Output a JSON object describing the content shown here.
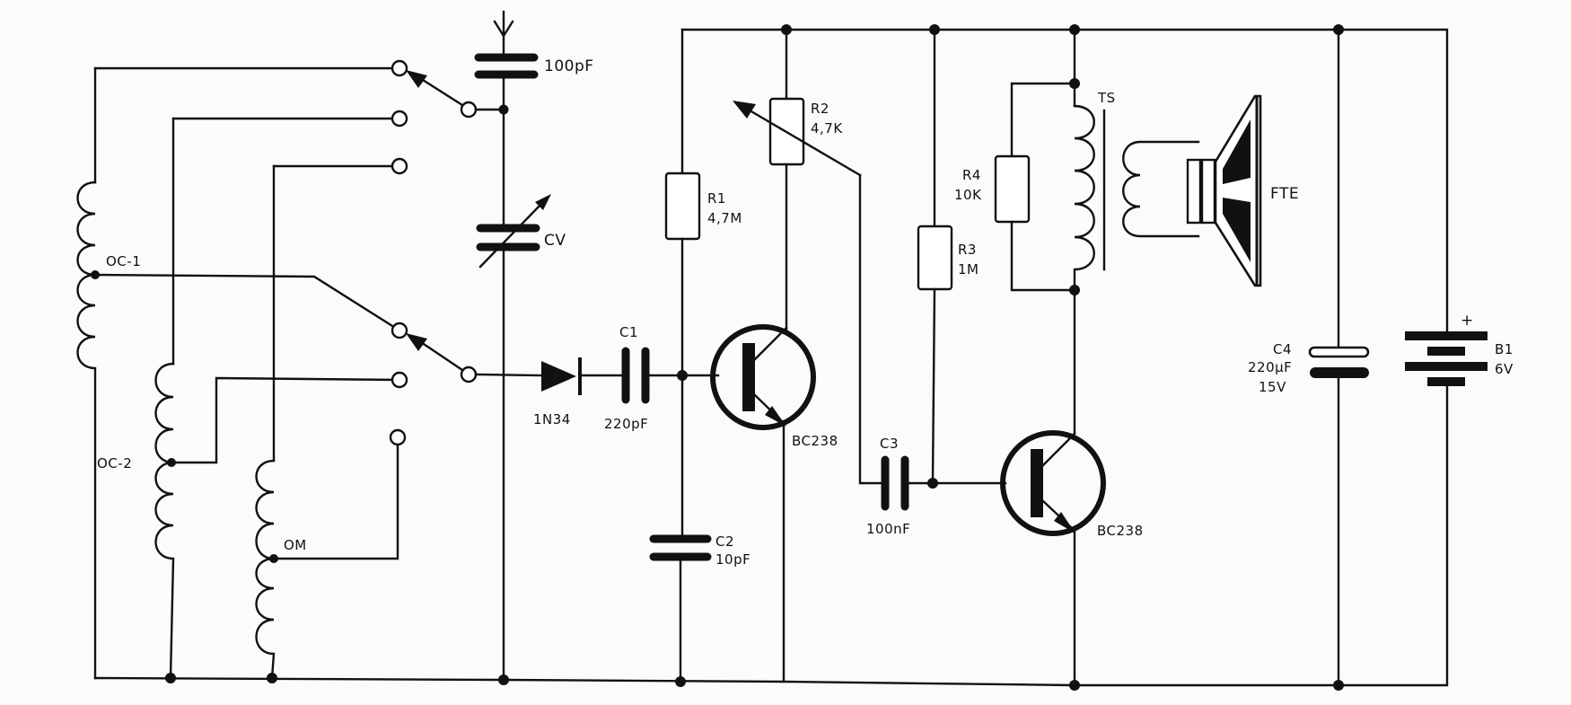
{
  "diagram": {
    "title": "Superregenerative multiband radio receiver schematic",
    "components": {
      "antenna": {
        "label": ""
      },
      "c_ant": {
        "value": "100pF"
      },
      "cv": {
        "label": "CV"
      },
      "coil_oc1": {
        "label": "OC-1"
      },
      "coil_oc2": {
        "label": "OC-2"
      },
      "coil_om": {
        "label": "OM"
      },
      "diode": {
        "label": "1N34"
      },
      "c1": {
        "label": "C1",
        "value": "220pF"
      },
      "c2": {
        "label": "C2",
        "value": "10pF"
      },
      "c3": {
        "label": "C3",
        "value": "100nF"
      },
      "c4": {
        "label": "C4",
        "value": "220µF",
        "voltage": "15V"
      },
      "r1": {
        "label": "R1",
        "value": "4,7M"
      },
      "r2": {
        "label": "R2",
        "value": "4,7K"
      },
      "r3": {
        "label": "R3",
        "value": "1M"
      },
      "r4": {
        "label": "R4",
        "value": "10K"
      },
      "q1": {
        "label": "BC238"
      },
      "q2": {
        "label": "BC238"
      },
      "transformer": {
        "label": "TS"
      },
      "speaker": {
        "label": "FTE"
      },
      "battery": {
        "label": "B1",
        "value": "6V",
        "polarity": "+"
      }
    }
  }
}
